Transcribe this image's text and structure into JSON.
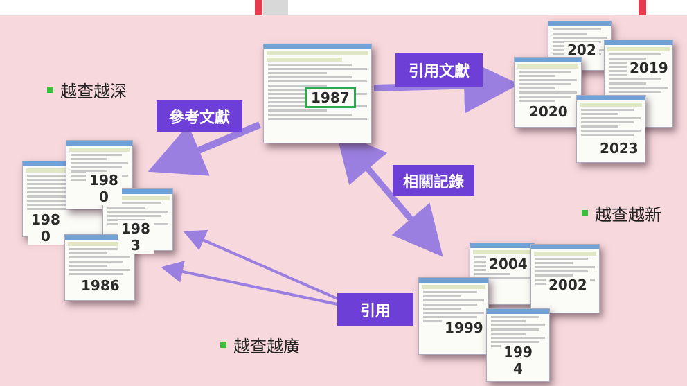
{
  "bullets": {
    "deeper": "越查越深",
    "newer": "越查越新",
    "broader": "越查越廣"
  },
  "labels": {
    "citing": "引用文獻",
    "references": "參考文獻",
    "related": "相關記錄",
    "cite": "引用"
  },
  "years": {
    "center": "1987",
    "citing": [
      "202",
      "2019",
      "2020",
      "2023"
    ],
    "refs": [
      {
        "a": "198",
        "b": "0"
      },
      {
        "a": "198",
        "b": "0"
      },
      {
        "a": "198",
        "b": "3"
      },
      {
        "a": "1986"
      }
    ],
    "related": [
      "2004",
      "2002",
      "1999"
    ],
    "related_split": {
      "a": "199",
      "b": "4"
    }
  },
  "colors": {
    "background": "#f6d8dd",
    "label_purple": "#6d3fd6",
    "arrow_purple": "#9a7fe0",
    "bullet_green": "#3bbf3b",
    "highlight_green": "#2ea84c",
    "marker_red": "#e63a4e"
  }
}
